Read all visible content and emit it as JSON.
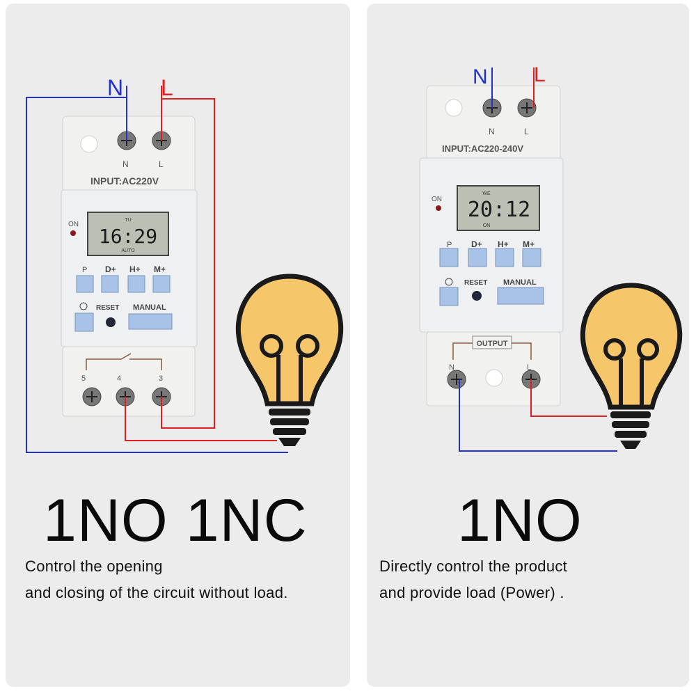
{
  "colors": {
    "neutral_wire": "#2233cc",
    "live_wire": "#e02020",
    "bulb_glow": "#f5c66a",
    "button": "#a9c2e8"
  },
  "left": {
    "wire_labels": {
      "n": "N",
      "l": "L"
    },
    "terminal_labels": {
      "n": "N",
      "l": "L",
      "t5": "5",
      "t4": "4",
      "t3": "3"
    },
    "input_label": "INPUT:AC220V",
    "led_label": "ON",
    "lcd": {
      "small": "TU",
      "time": "16:29",
      "mode": "AUTO"
    },
    "buttons": {
      "prog": "P",
      "d": "D+",
      "h": "H+",
      "m": "M+",
      "reset": "RESET",
      "manual": "MANUAL"
    },
    "title": "1NO 1NC",
    "description": [
      "Control the opening",
      "and closing of the circuit without load."
    ]
  },
  "right": {
    "wire_labels": {
      "n": "N",
      "l": "L"
    },
    "terminal_labels": {
      "n": "N",
      "l": "L",
      "on": "N",
      "ol": "L"
    },
    "input_label": "INPUT:AC220-240V",
    "led_label": "ON",
    "lcd": {
      "small": "WE",
      "time": "20:12",
      "mode": "ON"
    },
    "buttons": {
      "prog": "P",
      "d": "D+",
      "h": "H+",
      "m": "M+",
      "reset": "RESET",
      "manual": "MANUAL"
    },
    "output_label": "OUTPUT",
    "title": "1NO",
    "description": [
      "Directly control the product",
      "and provide load (Power) ."
    ]
  }
}
